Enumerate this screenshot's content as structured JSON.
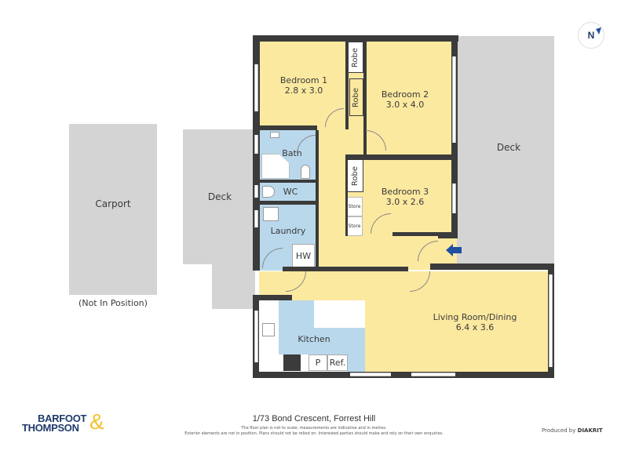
{
  "plan": {
    "address": "1/73 Bond Crescent, Forrest Hill",
    "disclaimer_line1": "The floor plan is not to scale; measurements are indicative and in metres.",
    "disclaimer_line2": "Exterior elements are not in position. Plans should not be relied on. Interested parties should make and rely on their own enquiries.",
    "produced_by_prefix": "Produced by",
    "produced_by_brand": "DIAKRIT",
    "compass_label": "N"
  },
  "brand": {
    "line1": "BARFOOT",
    "line2": "THOMPSON",
    "ampersand": "&",
    "primary_color": "#1f3a6b",
    "accent_color": "#f2c230"
  },
  "rooms": {
    "bedroom1": {
      "name": "Bedroom 1",
      "dims": "2.8 x 3.0"
    },
    "bedroom2": {
      "name": "Bedroom 2",
      "dims": "3.0 x 4.0"
    },
    "bedroom3": {
      "name": "Bedroom 3",
      "dims": "3.0 x 2.6"
    },
    "living": {
      "name": "Living Room/Dining",
      "dims": "6.4 x 3.6"
    },
    "kitchen": {
      "name": "Kitchen"
    },
    "bath": {
      "name": "Bath"
    },
    "wc": {
      "name": "WC"
    },
    "laundry": {
      "name": "Laundry"
    }
  },
  "fixtures": {
    "robe": "Robe",
    "store": "Store",
    "hw": "HW",
    "pantry": "P",
    "fridge": "Ref."
  },
  "exterior": {
    "carport": "Carport",
    "carport_note": "(Not In Position)",
    "deck_left": "Deck",
    "deck_right": "Deck"
  },
  "colors": {
    "living_area": "#fce9a0",
    "wet_area": "#b9d8ec",
    "exterior": "#d4d4d4",
    "walls": "#3b3b3b",
    "entry_arrow": "#1f4ea3"
  }
}
